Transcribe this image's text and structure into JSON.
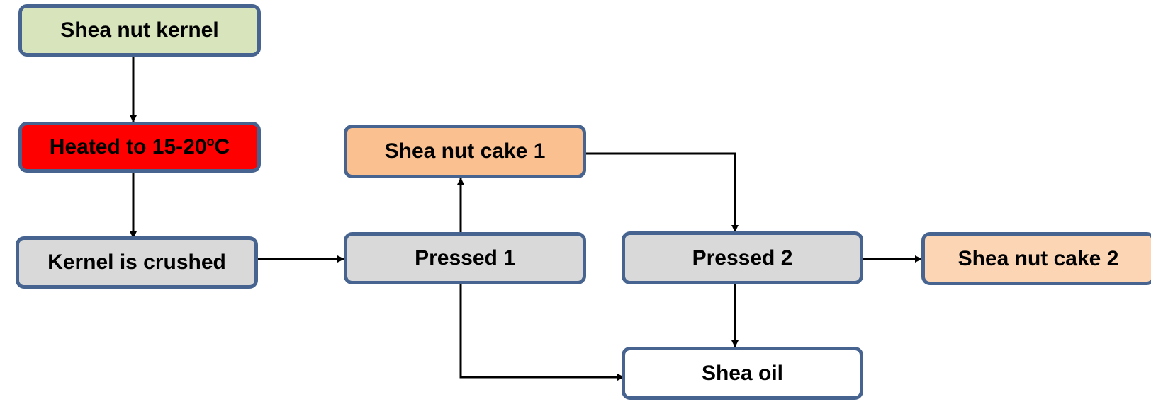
{
  "nodes": {
    "shea_nut_kernel": {
      "label": "Shea nut kernel"
    },
    "heated": {
      "label_main": "Heated to 15-20",
      "label_sup": "o",
      "label_unit": "C"
    },
    "kernel_crushed": {
      "label": "Kernel is crushed"
    },
    "pressed_1": {
      "label": "Pressed 1"
    },
    "shea_nut_cake_1": {
      "label": "Shea nut cake 1"
    },
    "pressed_2": {
      "label": "Pressed 2"
    },
    "shea_nut_cake_2": {
      "label": "Shea nut cake 2"
    },
    "shea_oil": {
      "label": "Shea oil"
    }
  },
  "colors": {
    "border": "#46648f",
    "kernel_fill": "#d8e4bc",
    "heated_fill": "#ff0000",
    "process_fill": "#d9d9d9",
    "cake_1_fill": "#fac090",
    "cake_2_fill": "#fcd5b4",
    "oil_fill": "#ffffff",
    "arrow": "#000000"
  },
  "edges": [
    {
      "from": "Shea nut kernel",
      "to": "Heated to 15-20oC"
    },
    {
      "from": "Heated to 15-20oC",
      "to": "Kernel is crushed"
    },
    {
      "from": "Kernel is crushed",
      "to": "Pressed 1"
    },
    {
      "from": "Pressed 1",
      "to": "Shea nut cake 1"
    },
    {
      "from": "Pressed 1",
      "to": "Shea oil"
    },
    {
      "from": "Shea nut cake 1",
      "to": "Pressed 2"
    },
    {
      "from": "Pressed 2",
      "to": "Shea nut cake 2"
    },
    {
      "from": "Pressed 2",
      "to": "Shea oil"
    }
  ]
}
